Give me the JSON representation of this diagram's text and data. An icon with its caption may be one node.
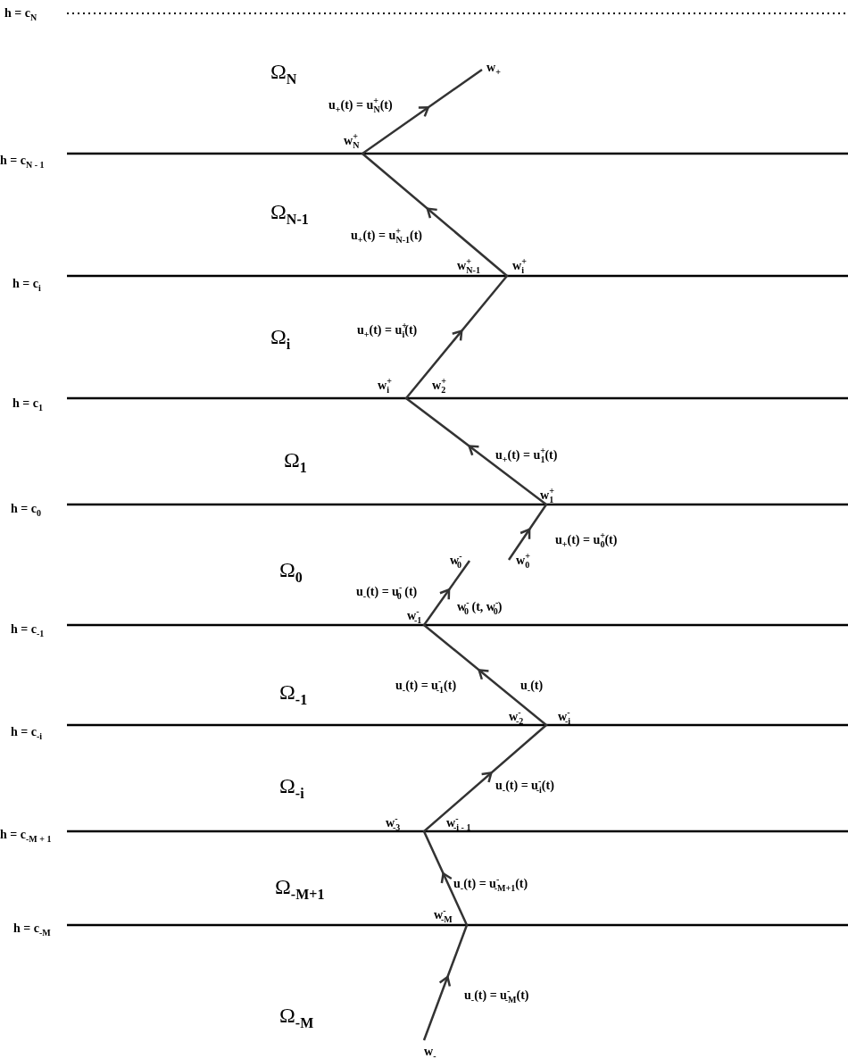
{
  "diagram": {
    "labels": [
      "h = c$_{N}$",
      "Ω$_{N}$",
      "w$_{+}$",
      "u$_{+}$(t) = u$^{+}$$_{N}$(t)",
      "w$^{+}$$_{N}$",
      "h = c$_{N - 1}$",
      "Ω$_{N-1}$",
      "u$_{+}$(t) = u$^{+}$$_{N-1}$(t)",
      "w$^{+}$$_{N-1}$",
      "w$^{+}$$_{i}$",
      "h = c$_{i}$",
      "Ω$_{i}$",
      "u$_{+}$(t) = u$^{+}$$_{i}$(t)",
      "w$^{+}$$_{i}$",
      "w$^{+}$$_{2}$",
      "h = c$_{1}$",
      "Ω$_{1}$",
      "u$_{+}$(t) = u$^{+}$$_{1}$(t)",
      "w$^{+}$$_{1}$",
      "h = c$_{0}$",
      "u$_{+}$(t) = u$^{+}$$_{0}$(t)",
      "Ω$_{0}$",
      "w$^{-}$$_{0}$",
      "w$^{+}$$_{0}$",
      "u$_{-}$(t) = u$^{-}$$_{0}$ (t)",
      "w$^{-}$$_{0}$ (t, w$^{-}$$_{0}$)",
      "w$^{-}$$_{-1}$",
      "h = c$_{-1}$",
      "Ω$_{-1}$",
      "u$_{-}$(t) = u$^{-}$$_{-1}$(t)",
      "u$_{-}$(t)",
      "w$^{-}$$_{-2}$",
      "w$^{-}$$_{-i}$",
      "h = c$_{-i}$",
      "Ω$_{-i}$",
      "u$_{-}$(t) = u$^{-}$$_{-i}$(t)",
      "w$^{-}$$_{-3}$",
      "w$^{-}$$_{-i - 1}$",
      "h = c$_{-M + 1}$",
      "Ω$_{-M+1}$",
      "u$_{-}$(t) = u$^{-}$$_{-M+1}$(t)",
      "w$^{-}$$_{-M}$",
      "h = c$_{-M}$",
      "Ω$_{-M}$",
      "u$_{-}$(t) = u$^{-}$$_{-M}$(t)",
      "w$_{-}$"
    ]
  }
}
